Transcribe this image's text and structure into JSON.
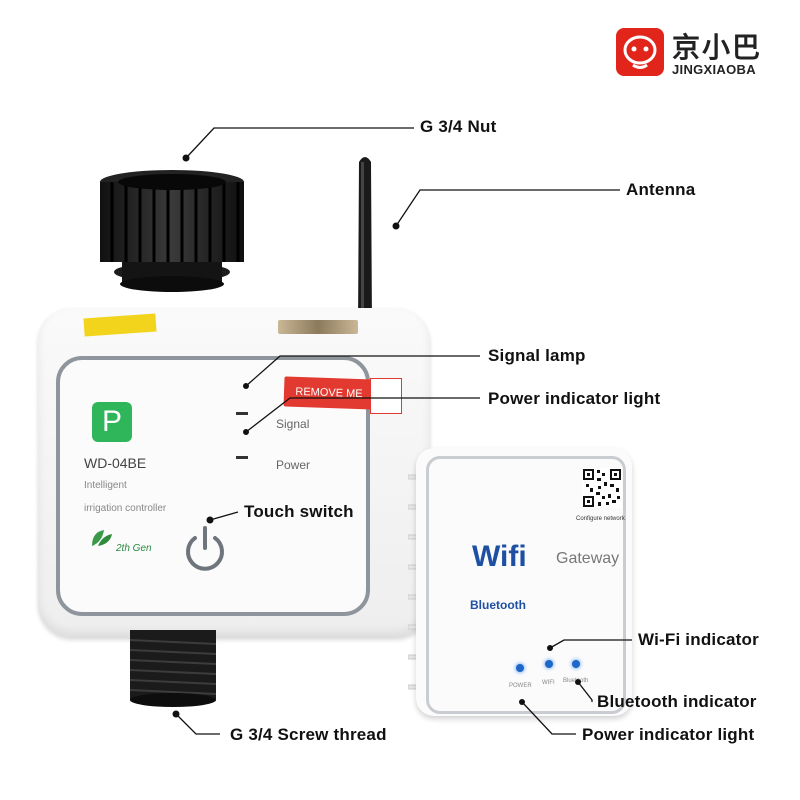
{
  "brand": {
    "name_cn": "京小巴",
    "name_en": "JINGXIAOBA"
  },
  "controller": {
    "model": "WD-04BE",
    "description_line1": "Intelligent",
    "description_line2": "irrigation controller",
    "generation": "2th Gen",
    "app_icon_letter": "P",
    "label_signal": "Signal",
    "label_power": "Power",
    "remove_tag": "REMOVE ME"
  },
  "gateway": {
    "wifi_logo": "Wifi",
    "title": "Gateway",
    "bluetooth_logo": "Bluetooth",
    "configure_network": "Configure network",
    "led_power": "POWER",
    "led_wifi": "WIFI",
    "led_bluetooth": "Bluetooth"
  },
  "callouts": {
    "nut": "G 3/4 Nut",
    "antenna": "Antenna",
    "signal_lamp": "Signal lamp",
    "power_indicator_controller": "Power indicator light",
    "touch_switch": "Touch switch",
    "wifi_indicator": "Wi-Fi indicator",
    "bluetooth_indicator": "Bluetooth indicator",
    "power_indicator_gateway": "Power indicator light",
    "screw_thread": "G 3/4 Screw thread"
  },
  "colors": {
    "brand_red": "#e1251b",
    "app_green": "#2fb55a",
    "wifi_blue": "#1d4fa3",
    "led_blue": "#1e67c9"
  }
}
